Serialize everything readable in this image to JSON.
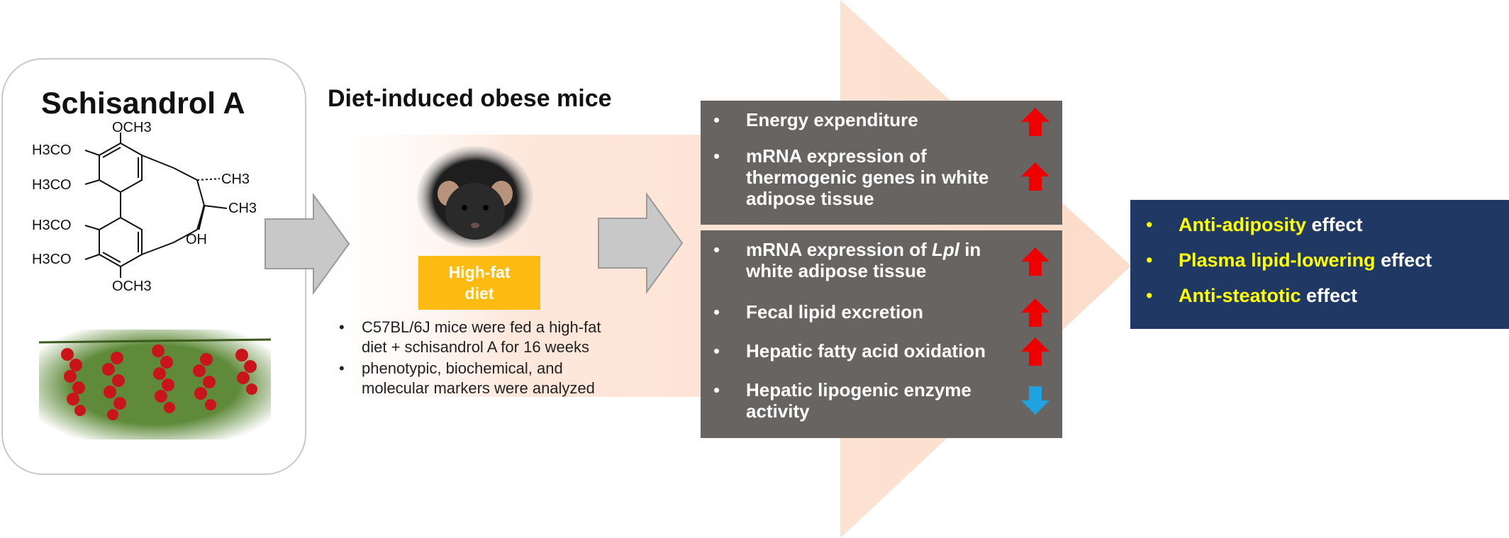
{
  "compound": {
    "title": "Schisandrol A",
    "structure_labels": {
      "och3_top": "OCH3",
      "h3co_1": "H3CO",
      "h3co_2": "H3CO",
      "h3co_3": "H3CO",
      "h3co_4": "H3CO",
      "och3_bottom": "OCH3",
      "ch3_1": "CH3",
      "ch3_2": "CH3",
      "oh": "OH"
    }
  },
  "mice": {
    "title": "Diet-induced obese mice",
    "diet_badge_line1": "High-fat",
    "diet_badge_line2": "diet",
    "protocol": [
      "C57BL/6J mice were fed a high-fat diet + schisandrol A for 16 weeks",
      "phenotypic, biochemical, and molecular markers were analyzed"
    ]
  },
  "effects_group_1": [
    {
      "text": "Energy expenditure",
      "direction": "up"
    },
    {
      "text": "mRNA expression of thermogenic genes in white adipose tissue",
      "direction": "up"
    }
  ],
  "effects_group_2": [
    {
      "text_before": "mRNA expression of ",
      "text_italic": "Lpl",
      "text_after": " in white adipose tissue",
      "direction": "up"
    },
    {
      "text": "Fecal lipid excretion",
      "direction": "up"
    },
    {
      "text": "Hepatic fatty acid oxidation",
      "direction": "up"
    },
    {
      "text": "Hepatic lipogenic enzyme activity",
      "direction": "down"
    }
  ],
  "bullet": "•",
  "outcomes": [
    {
      "highlight": "Anti-adiposity",
      "rest": " effect"
    },
    {
      "highlight": "Plasma lipid-lowering",
      "rest": " effect"
    },
    {
      "highlight": "Anti-steatotic",
      "rest": " effect"
    }
  ],
  "colors": {
    "up_arrow": "#ee0000",
    "down_arrow": "#1fa3e0",
    "effect_box": "#676462",
    "outcome_box": "#203864",
    "highlight": "#ffff00",
    "diet_badge": "#fdbb11",
    "background_arrow": "#fde3d4"
  }
}
